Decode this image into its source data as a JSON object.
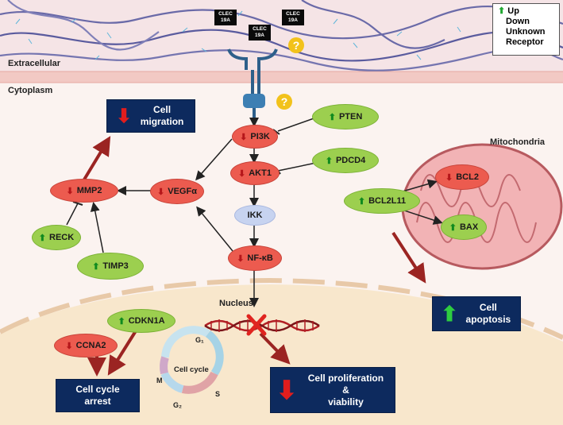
{
  "regions": {
    "extracellular": "Extracellular",
    "cytoplasm": "Cytoplasm",
    "nucleus": "Nucleus",
    "mitochondria": "Mitochondria"
  },
  "legend": {
    "up": "Up",
    "down": "Down",
    "unknown": "Unknown",
    "receptor": "Receptor"
  },
  "receptors": [
    {
      "label": "CLEC 19A"
    },
    {
      "label": "CLEC 19A"
    },
    {
      "label": "CLEC 19A"
    }
  ],
  "unknown_mark": "?",
  "nodes": {
    "pi3k": "PI3K",
    "akt1": "AKT1",
    "ikk": "IKK",
    "nfkb": "NF-κB",
    "vegfa": "VEGFα",
    "mmp2": "MMP2",
    "reck": "RECK",
    "timp3": "TIMP3",
    "pten": "PTEN",
    "pdcd4": "PDCD4",
    "bcl2": "BCL2",
    "bcl2l11": "BCL2L11",
    "bax": "BAX",
    "cdkn1a": "CDKN1A",
    "ccna2": "CCNA2"
  },
  "outcomes": {
    "migration": "Cell migration",
    "apoptosis": "Cell apoptosis",
    "arrest": "Cell cycle arrest",
    "proliferation_line1": "Cell proliferation",
    "proliferation_line2": "&",
    "proliferation_line3": "viability"
  },
  "cell_cycle": {
    "title": "Cell cycle",
    "g1": "G₁",
    "s": "S",
    "g2": "G₂",
    "m": "M"
  },
  "colors": {
    "up": "#22a832",
    "down": "#d0191b",
    "outcome_box": "#0d2a5e",
    "down_node": "#ec5b4f",
    "up_node": "#9ccf4f"
  }
}
